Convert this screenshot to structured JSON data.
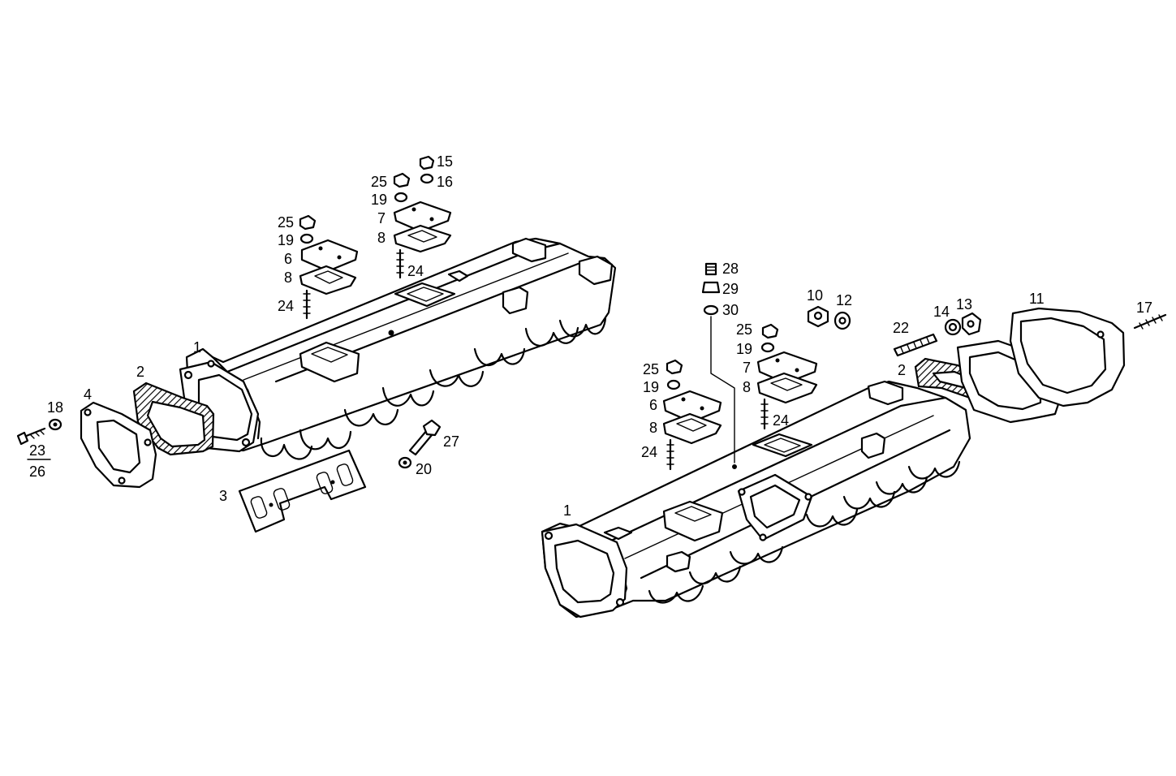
{
  "labels": {
    "l_1a": "1",
    "l_2a": "2",
    "l_3": "3",
    "l_4": "4",
    "l_6a": "6",
    "l_7a": "7",
    "l_8a": "8",
    "l_8b": "8",
    "l_15": "15",
    "l_16": "16",
    "l_18": "18",
    "l_19a": "19",
    "l_19b": "19",
    "l_20": "20",
    "l_23": "23",
    "l_26": "26",
    "l_24a": "24",
    "l_24b": "24",
    "l_25a": "25",
    "l_25b": "25",
    "l_27": "27",
    "l_1b": "1",
    "l_2b": "2",
    "l_6b": "6",
    "l_7b": "7",
    "l_8c": "8",
    "l_8d": "8",
    "l_10": "10",
    "l_11": "11",
    "l_12": "12",
    "l_13": "13",
    "l_14": "14",
    "l_17": "17",
    "l_19c": "19",
    "l_19d": "19",
    "l_22": "22",
    "l_24c": "24",
    "l_24d": "24",
    "l_25c": "25",
    "l_25d": "25",
    "l_28": "28",
    "l_29": "29",
    "l_30": "30"
  }
}
